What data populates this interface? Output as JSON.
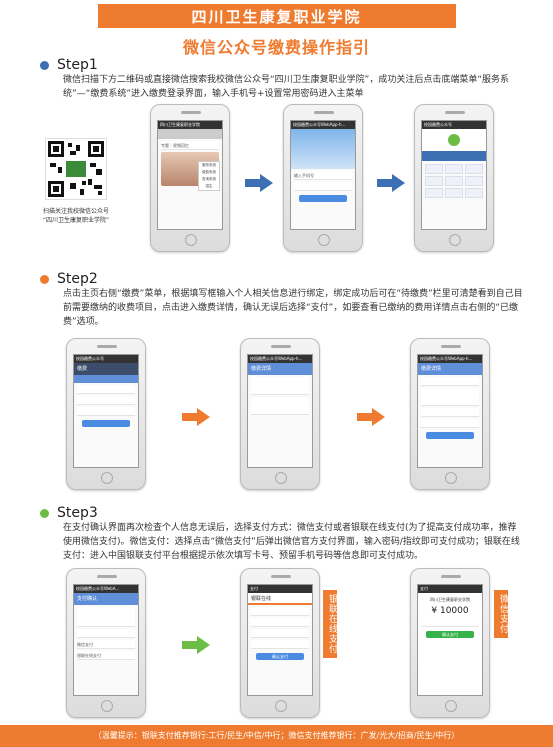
{
  "header": {
    "school": "四川卫生康复职业学院",
    "subtitle": "微信公众号缴费操作指引"
  },
  "colors": {
    "accent": "#ee7b2f",
    "step1": "#3c6fb4",
    "step2": "#ee7b2f",
    "step3": "#6cbd45"
  },
  "step1": {
    "title": "Step1",
    "text": "微信扫描下方二维码或直接微信搜索我校微信公众号“四川卫生康复职业学院”，成功关注后点击底端菜单“服务系统”—“缴费系统”进入缴费登录界面，输入手机号+设置常用密码进入主菜单",
    "qr_caption_1": "扫描关注我校微信公众号",
    "qr_caption_2": "“四川卫生康复职业学院”",
    "phone1": {
      "status": "四川卫生康复职业学院",
      "menu": [
        "服务系统",
        "缴费系统",
        "查询系统",
        "招生"
      ],
      "post": "专题｜视频回忆"
    },
    "phone2": {
      "status": "校园缴费公众号WebApp-h...",
      "bar": "输入手机号"
    },
    "phone3": {
      "status": "校园缴费公众号"
    }
  },
  "step2": {
    "title": "Step2",
    "text": "点击主页右侧“缴费”菜单，根据填写框输入个人相关信息进行绑定，绑定成功后可在“待缴费”栏里可清楚看到自己目前需要缴纳的收费项目，点击进入缴费详情，确认无误后选择“支付”，如要查看已缴纳的费用详情点击右侧的“已缴费”选项。",
    "phone1": {
      "status": "校园缴费公众号",
      "head": "缴费"
    },
    "phone2": {
      "status": "校园缴费公众号WebApp-h...",
      "head": "缴费详情"
    },
    "phone3": {
      "status": "校园缴费公众号WebApp-h...",
      "head": "缴费详情"
    }
  },
  "step3": {
    "title": "Step3",
    "text": "在支付确认界面再次检查个人信息无误后，选择支付方式：微信支付或者银联在线支付(为了提高支付成功率，推荐使用微信支付)。微信支付：选择点击“微信支付”后弹出微信官方支付界面，输入密码/指纹即可支付成功；银联在线支付：进入中国银联支付平台根据提示依次填写卡号、预留手机号码等信息即可支付成功。",
    "phone1": {
      "status": "校园缴费公众号WebA...",
      "head": "支付确认",
      "method1": "微信支付",
      "method2": "银联在线支付"
    },
    "phone2": {
      "status": "支付",
      "head": "银联在线",
      "confirm": "确认支付"
    },
    "phone3": {
      "status": "支付",
      "amount": "¥ 10000",
      "school": "四川卫生康复职业学院",
      "confirm": "确认支付"
    },
    "label_unionpay": "银联在线支付",
    "label_wechat": "微信支付"
  },
  "footer": "（温馨提示：银联支付推荐银行:工行/民生/中信/中行；微信支付推荐银行：广发/光大/招商/民生/中行）"
}
